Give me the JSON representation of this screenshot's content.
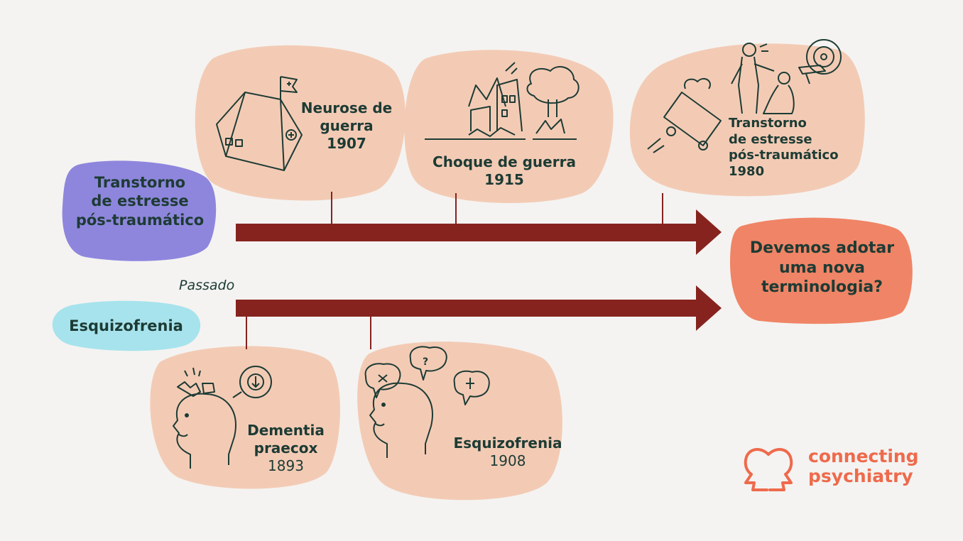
{
  "categories": {
    "ptsd": "Transtorno\nde estresse\npós-traumático",
    "schizophrenia": "Esquizofrenia"
  },
  "past_label": "Passado",
  "question": "Devemos adotar\numa nova\nterminologia?",
  "top_events": [
    {
      "name": "Neurose de\nguerra",
      "year": "1907"
    },
    {
      "name": "Choque de guerra",
      "year": "1915"
    },
    {
      "name": "Transtorno\nde estresse\npós-traumático",
      "year": "1980"
    }
  ],
  "bottom_events": [
    {
      "name": "Dementia\npraecox",
      "year": "1893"
    },
    {
      "name": "Esquizofrenia",
      "year": "1908"
    }
  ],
  "logo": {
    "line1": "connecting",
    "line2": "psychiatry"
  },
  "colors": {
    "background": "#f4f3f1",
    "blob": "#f3cbb5",
    "ptsd": "#8e86dd",
    "schizophrenia": "#a7e3ec",
    "question": "#f08466",
    "arrow": "#86231e",
    "text": "#1d3b34",
    "logo": "#ee6a4c"
  }
}
